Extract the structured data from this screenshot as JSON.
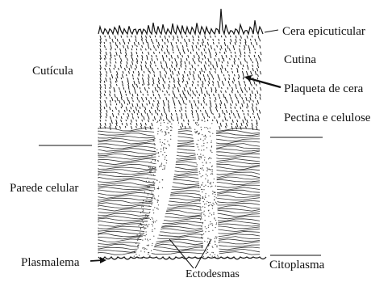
{
  "labels": {
    "cera_epicuticular": "Cera epicuticular",
    "cutina": "Cutina",
    "cuticula": "Cutícula",
    "plaqueta_de_cera": "Plaqueta de cera",
    "pectina_e_celulose": "Pectina e celulose",
    "parede_celular": "Parede celular",
    "plasmalema": "Plasmalema",
    "citoplasma": "Citoplasma",
    "ectodesmas": "Ectodesmas"
  },
  "colors": {
    "ink": "#111111",
    "paper": "#ffffff",
    "stipple": "#333333"
  }
}
